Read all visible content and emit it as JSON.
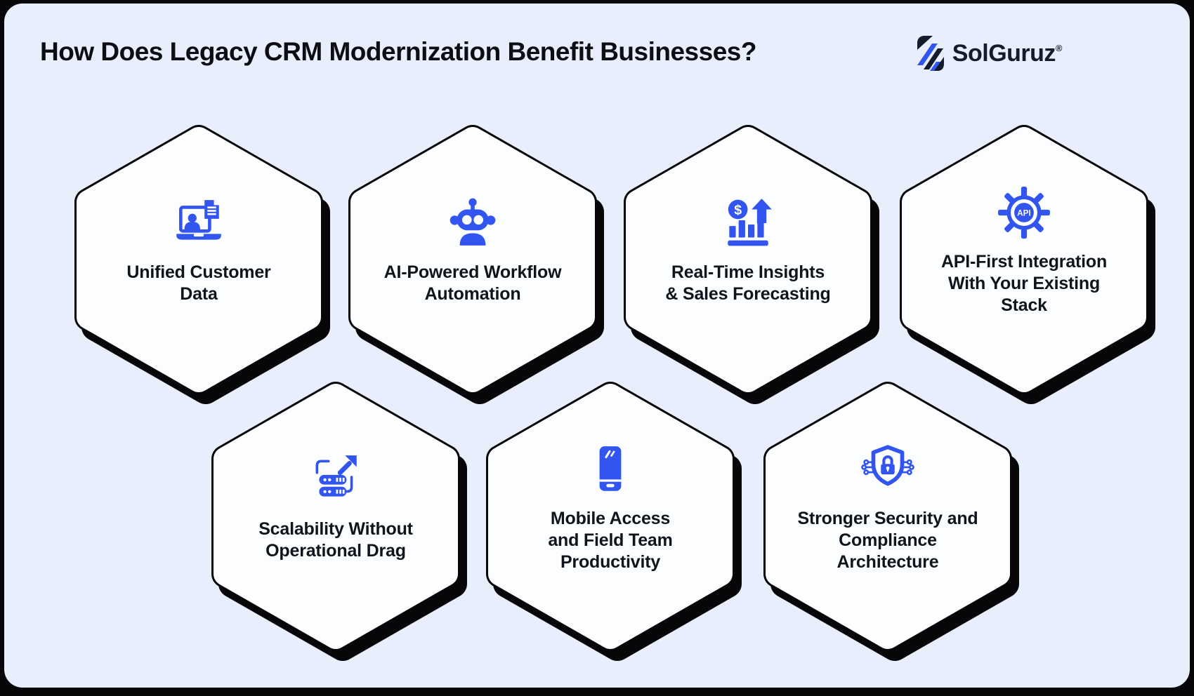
{
  "header": {
    "title": "How Does Legacy CRM Modernization Benefit Businesses?",
    "brand": {
      "name": "SolGuruz",
      "registered": "®"
    }
  },
  "cards": [
    {
      "id": "unified-customer-data",
      "icon": "laptop-customer-profile-icon",
      "label": "Unified Customer\nData"
    },
    {
      "id": "ai-workflow-automation",
      "icon": "robot-icon",
      "label": "AI-Powered Workflow\nAutomation"
    },
    {
      "id": "real-time-insights",
      "icon": "sales-growth-chart-icon",
      "label": "Real-Time Insights\n& Sales Forecasting"
    },
    {
      "id": "api-first-integration",
      "icon": "api-gear-icon",
      "label": "API-First Integration\nWith Your Existing\nStack"
    },
    {
      "id": "scalability",
      "icon": "scalable-servers-icon",
      "label": "Scalability Without\nOperational Drag"
    },
    {
      "id": "mobile-access",
      "icon": "smartphone-icon",
      "label": "Mobile Access\nand Field Team\nProductivity"
    },
    {
      "id": "security-compliance",
      "icon": "shield-lock-circuit-icon",
      "label": "Stronger Security and\nCompliance\nArchitecture"
    }
  ],
  "colors": {
    "accent_blue": "#3355ef",
    "canvas_background": "#e8eefb",
    "card_fill": "#fcfdff",
    "outline_and_shadow": "#07070a",
    "title_text": "#0c0e13",
    "label_text": "#10141d",
    "brand_text": "#161b2c"
  }
}
